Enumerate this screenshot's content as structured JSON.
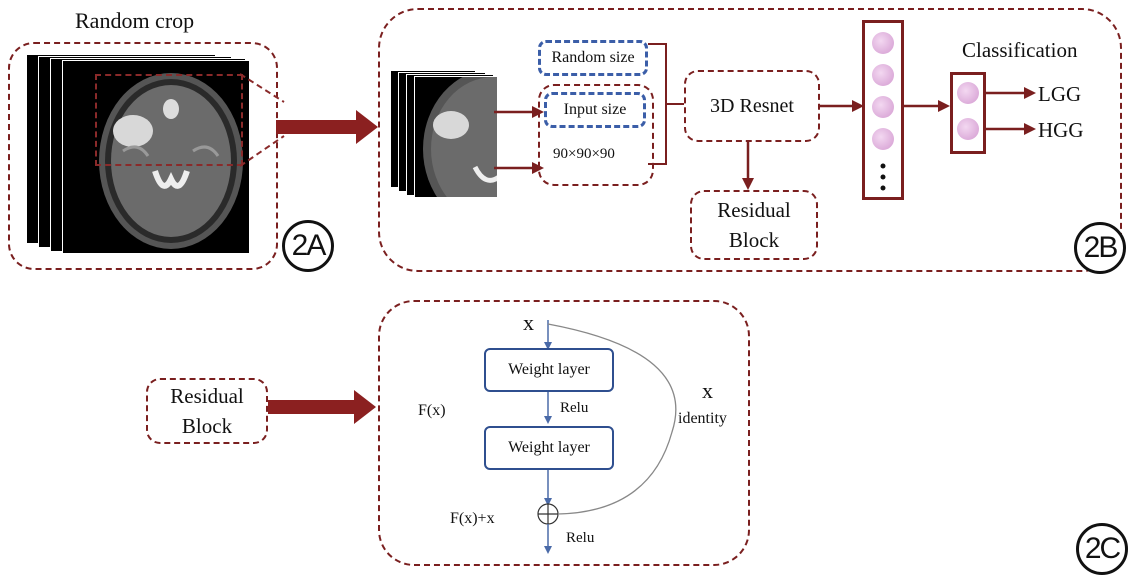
{
  "panel_a": {
    "title": "Random crop",
    "badge": "2A"
  },
  "panel_b": {
    "random_size": "Random size",
    "input_size": "Input size",
    "dims": "90×90×90",
    "resnet": "3D Resnet",
    "residual_line1": "Residual",
    "residual_line2": "Block",
    "classification": "Classification",
    "out_lgg": "LGG",
    "out_hgg": "HGG",
    "badge": "2B"
  },
  "panel_c": {
    "residual_line1": "Residual",
    "residual_line2": "Block",
    "x_top": "x",
    "weight1": "Weight layer",
    "relu1": "Relu",
    "weight2": "Weight layer",
    "fx": "F(x)",
    "x_side": "x",
    "identity": "identity",
    "fx_plus_x": "F(x)+x",
    "relu2": "Relu",
    "badge": "2C"
  },
  "colors": {
    "dashed_border": "#7a1f1f",
    "blue_dashed": "#3b5ea8",
    "node_fill": "#d39ad0",
    "arrow": "#7a1f1f"
  }
}
